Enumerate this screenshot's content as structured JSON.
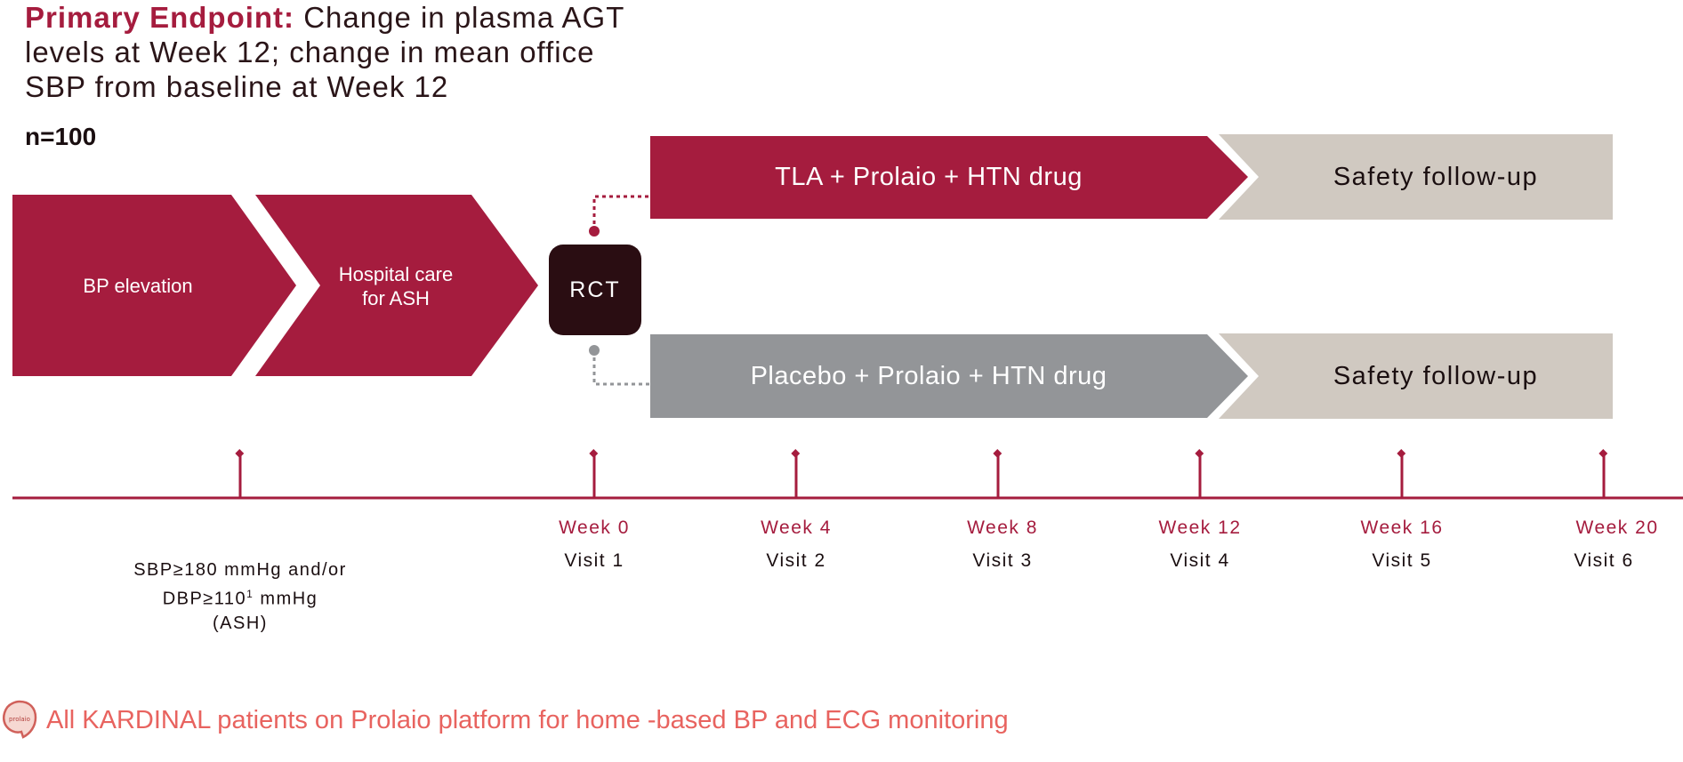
{
  "title": {
    "lead": "Primary Endpoint:",
    "line1": " Change in plasma AGT",
    "line2": "levels at Week 12; change in mean office",
    "line3": "SBP from baseline at Week 12"
  },
  "sample_size": "n=100",
  "pre_steps": [
    {
      "label": "BP elevation"
    },
    {
      "label_line1": "Hospital care",
      "label_line2": "for ASH"
    }
  ],
  "rct_label": "RCT",
  "arms": [
    {
      "treatment": "TLA + Prolaio + HTN drug",
      "followup": "Safety follow-up",
      "color": "#a51c3e"
    },
    {
      "treatment": "Placebo + Prolaio + HTN drug",
      "followup": "Safety follow-up",
      "color": "#939598"
    }
  ],
  "followup_color": "#d0c9c1",
  "timeline": [
    {
      "week": "Week 0",
      "visit": "Visit 1"
    },
    {
      "week": "Week 4",
      "visit": "Visit 2"
    },
    {
      "week": "Week 8",
      "visit": "Visit 3"
    },
    {
      "week": "Week 12",
      "visit": "Visit 4"
    },
    {
      "week": "Week 16",
      "visit": "Visit 5"
    },
    {
      "week": "Week 20",
      "visit": "Visit 6"
    }
  ],
  "entry_criteria": {
    "line1": "SBP≥180 mmHg and/or",
    "line2_pre": "DBP≥110",
    "line2_sup": "1",
    "line2_post": " mmHg",
    "line3": "(ASH)"
  },
  "footer": "All KARDINAL patients on Prolaio platform for home -based BP and ECG monitoring",
  "logo_text": "prolaio",
  "colors": {
    "accent": "#a51c3e",
    "dark": "#2a0d12",
    "gray": "#939598",
    "beige": "#d0c9c1",
    "footer": "#e8635f"
  }
}
